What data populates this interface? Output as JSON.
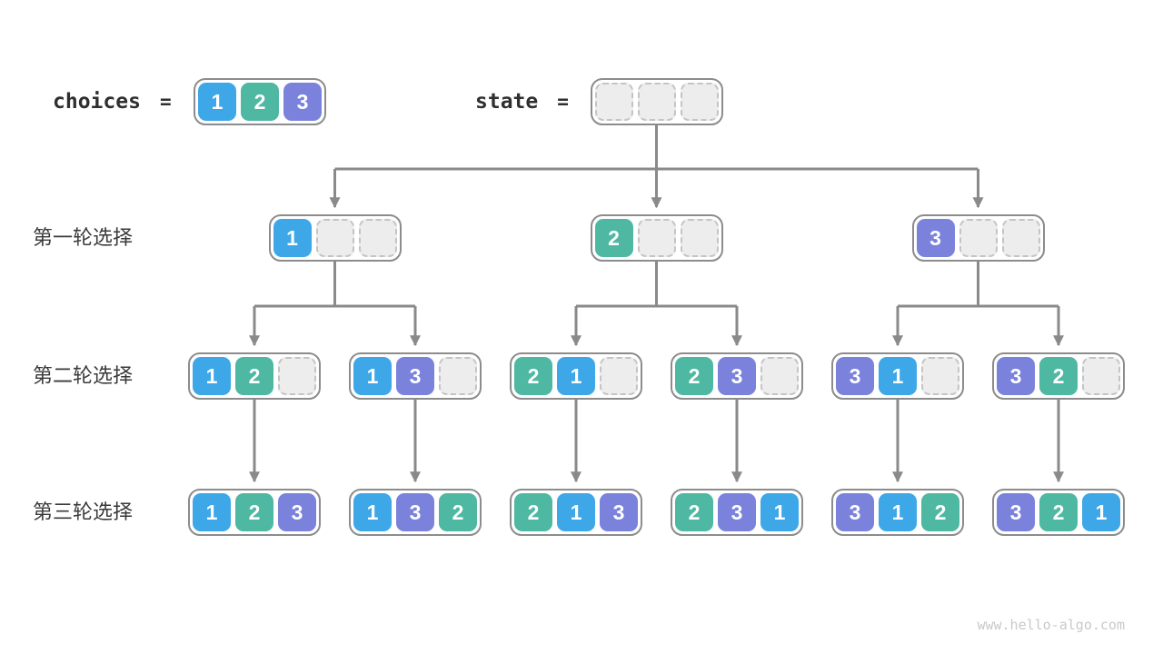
{
  "header": {
    "choices_label": "choices",
    "choices_equals": "=",
    "state_label": "state",
    "state_equals": "=",
    "choices_cells": [
      1,
      2,
      3
    ],
    "state_cells": [
      null,
      null,
      null
    ]
  },
  "rows": [
    {
      "label": "第一轮选择",
      "nodes": [
        [
          1,
          null,
          null
        ],
        [
          2,
          null,
          null
        ],
        [
          3,
          null,
          null
        ]
      ]
    },
    {
      "label": "第二轮选择",
      "nodes": [
        [
          1,
          2,
          null
        ],
        [
          1,
          3,
          null
        ],
        [
          2,
          1,
          null
        ],
        [
          2,
          3,
          null
        ],
        [
          3,
          1,
          null
        ],
        [
          3,
          2,
          null
        ]
      ]
    },
    {
      "label": "第三轮选择",
      "nodes": [
        [
          1,
          2,
          3
        ],
        [
          1,
          3,
          2
        ],
        [
          2,
          1,
          3
        ],
        [
          2,
          3,
          1
        ],
        [
          3,
          1,
          2
        ],
        [
          3,
          2,
          1
        ]
      ]
    }
  ],
  "colors": {
    "value_1": "#3DA7E8",
    "value_2": "#4EB8A2",
    "value_3": "#7A82DC",
    "arrow": "#8a8a8a",
    "node_border": "#8c8c8c",
    "empty_cell_bg": "#ededed",
    "empty_cell_border": "#c4c4c4"
  },
  "footer": {
    "watermark": "www.hello-algo.com"
  }
}
